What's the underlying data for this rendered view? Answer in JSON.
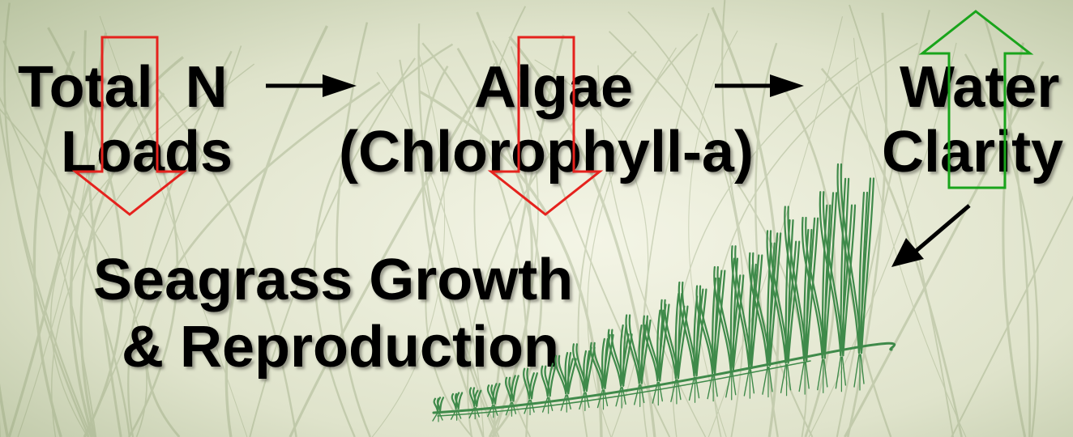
{
  "colors": {
    "background_light": "#eef0dc",
    "background_mid": "#b9c4a1",
    "grass_stroke": "#8f9f74",
    "text": "#000000",
    "decrease_arrow": "#e5221d",
    "increase_arrow": "#19a41b",
    "seagrass_plant": "#3f8a4a"
  },
  "icons": {
    "decrease": "red-hollow-down-arrow-icon",
    "increase": "green-hollow-up-arrow-icon",
    "flow": "black-right-arrow-icon",
    "illustration": "seagrass-plants-illustration"
  },
  "nodes": {
    "total_n": {
      "line1": "Total  N",
      "line2": "Loads",
      "trend": "decrease"
    },
    "algae": {
      "line1": "Algae",
      "line2": "(Chlorophyll-a)",
      "trend": "decrease"
    },
    "water": {
      "line1": "Water",
      "line2": "Clarity",
      "trend": "increase"
    },
    "seagrass": {
      "line1": "Seagrass Growth",
      "line2": "& Reproduction"
    }
  }
}
